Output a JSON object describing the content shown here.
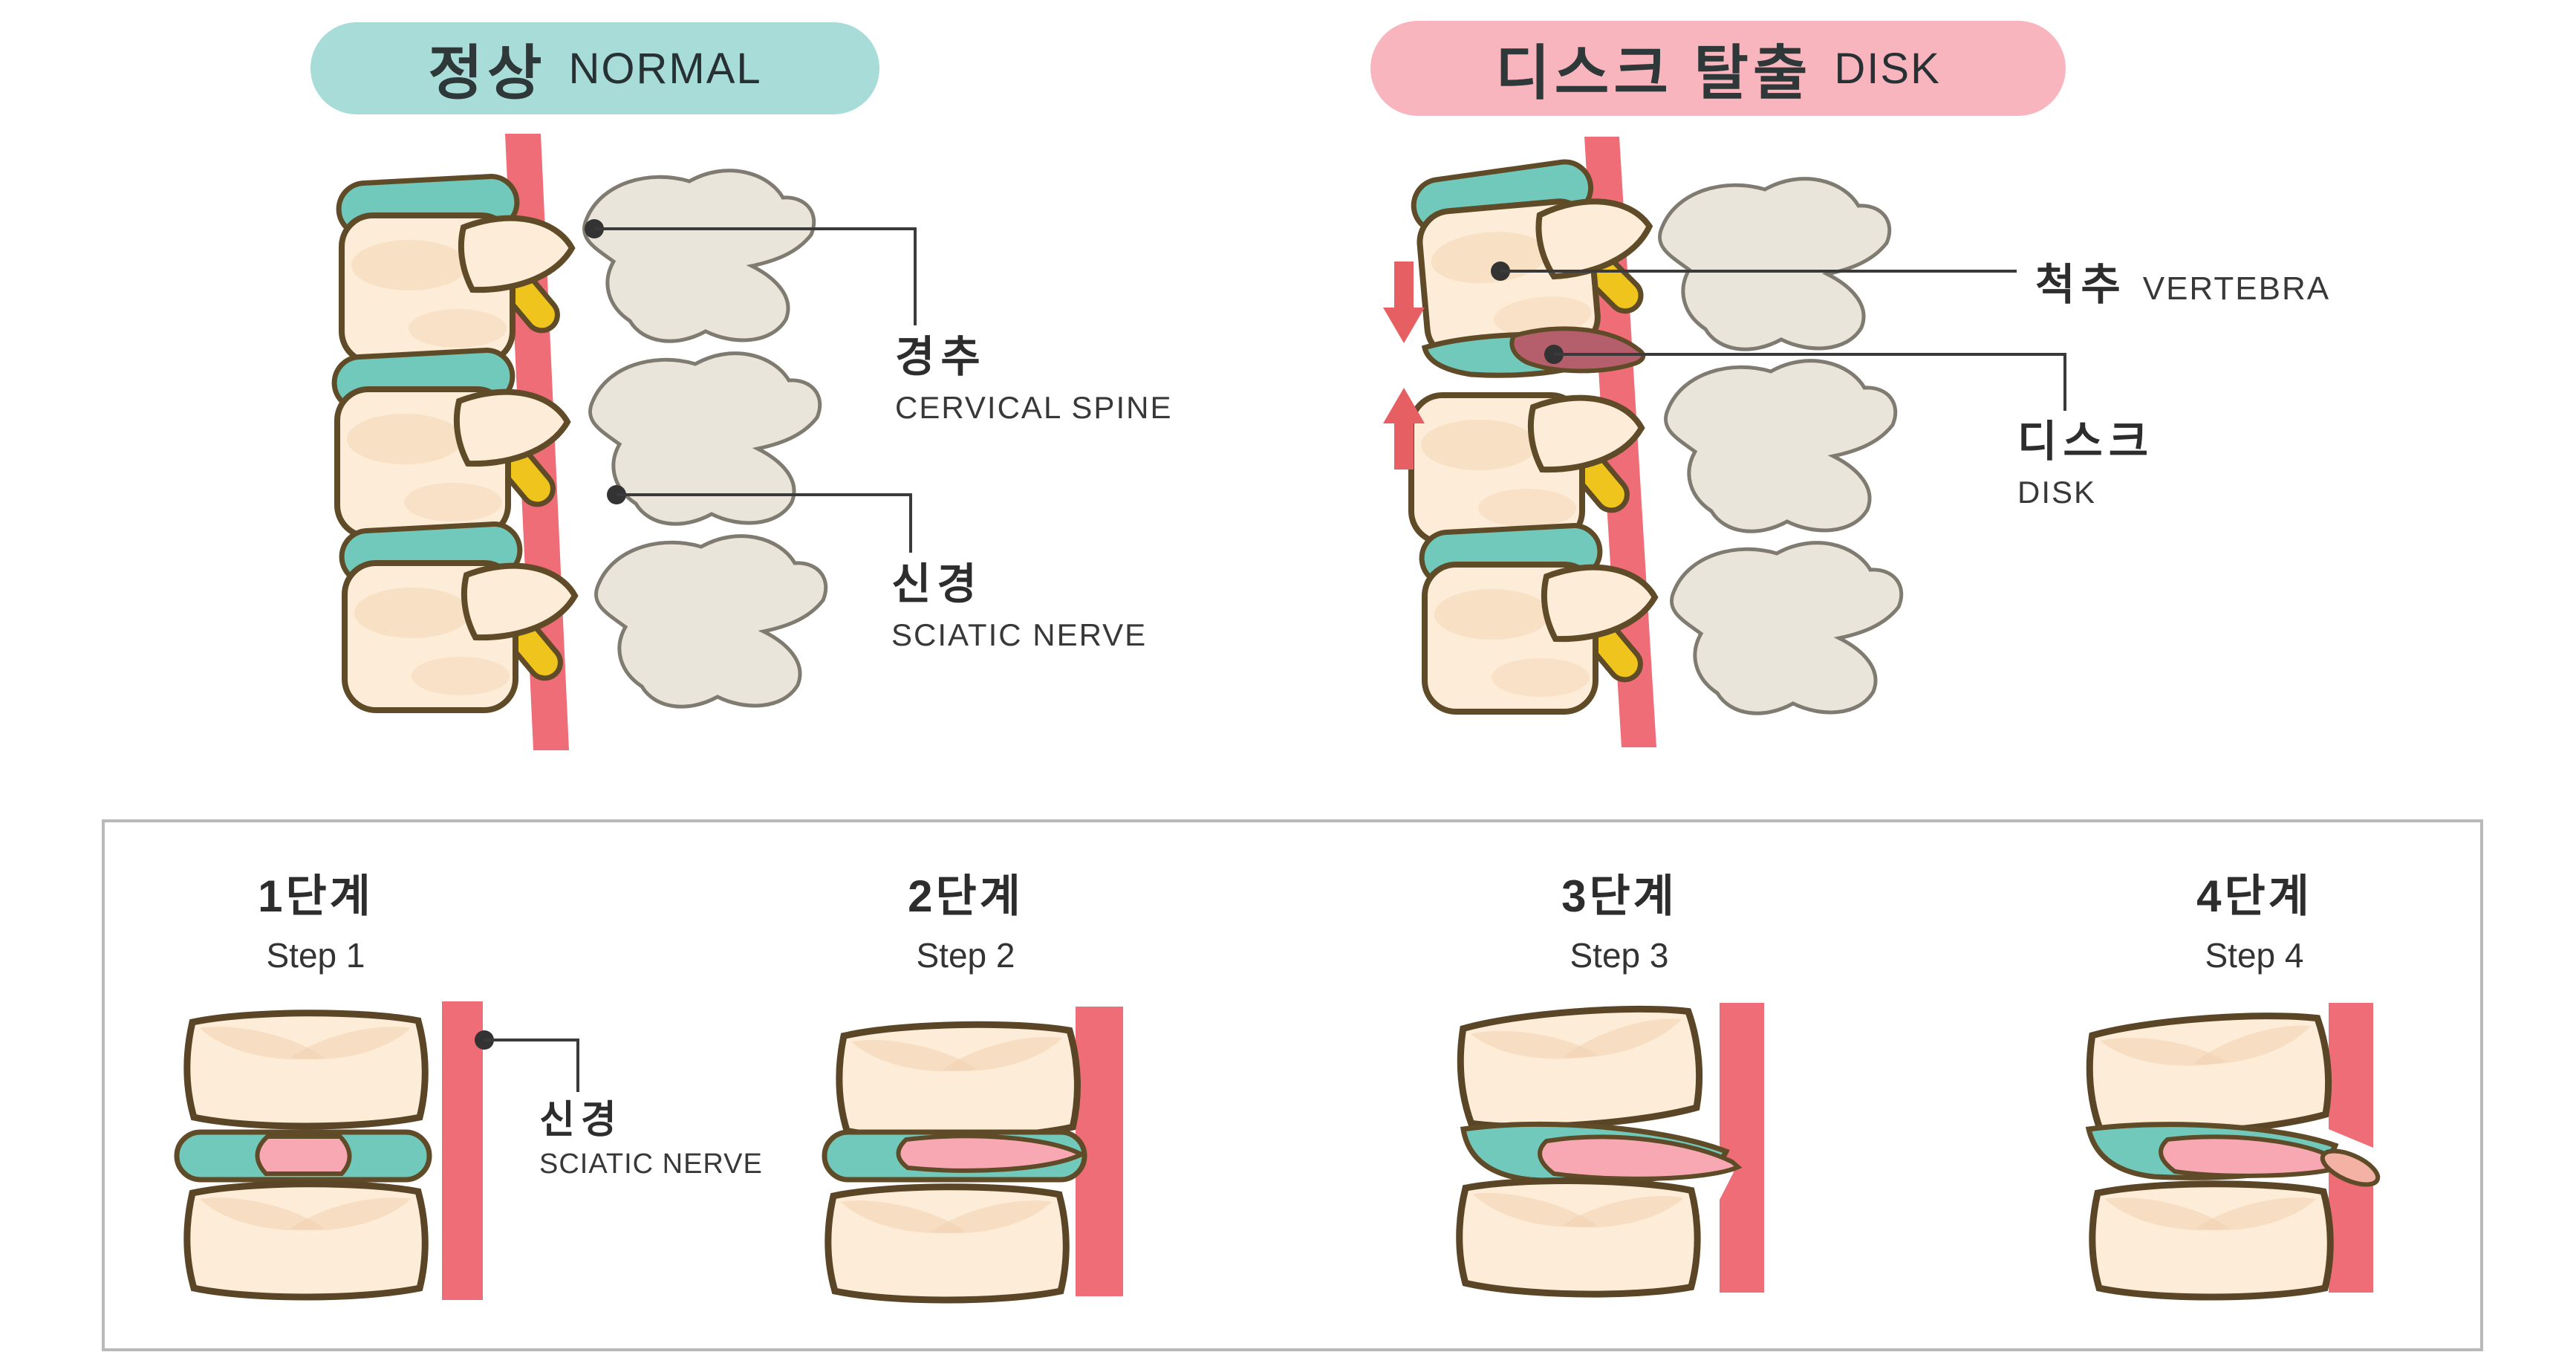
{
  "header": {
    "normal": {
      "ko": "정상",
      "en": "NORMAL"
    },
    "disk": {
      "ko": "디스크 탈출",
      "en": "DISK"
    }
  },
  "normal_diagram": {
    "cervical": {
      "ko": "경추",
      "en": "CERVICAL SPINE"
    },
    "nerve": {
      "ko": "신경",
      "en": "SCIATIC NERVE"
    }
  },
  "disk_diagram": {
    "vertebra": {
      "ko": "척추",
      "en": "VERTEBRA"
    },
    "disk": {
      "ko": "디스크",
      "en": "DISK"
    }
  },
  "steps": {
    "items": [
      {
        "ko": "1단계",
        "en": "Step 1"
      },
      {
        "ko": "2단계",
        "en": "Step 2"
      },
      {
        "ko": "3단계",
        "en": "Step 3"
      },
      {
        "ko": "4단계",
        "en": "Step 4"
      }
    ],
    "nerve": {
      "ko": "신경",
      "en": "SCIATIC NERVE"
    }
  },
  "colors": {
    "normal_badge_bg": "#a8dcd9",
    "disk_badge_bg": "#f9b5bd",
    "vertebra_fill": "#fdecd7",
    "vertebra_outline": "#5f4b28",
    "disc_teal": "#70c9ba",
    "nerve_band_red": "#ef6d76",
    "nucleus_pink": "#f8a8b2",
    "herniation_mauve": "#b55f6d",
    "nerve_root_yellow": "#eec41d",
    "posterior_bone_gray": "#eae5da",
    "arrow_red": "#e65f63",
    "panel_border": "#b9b9b9",
    "text": "#2d2d2d"
  }
}
